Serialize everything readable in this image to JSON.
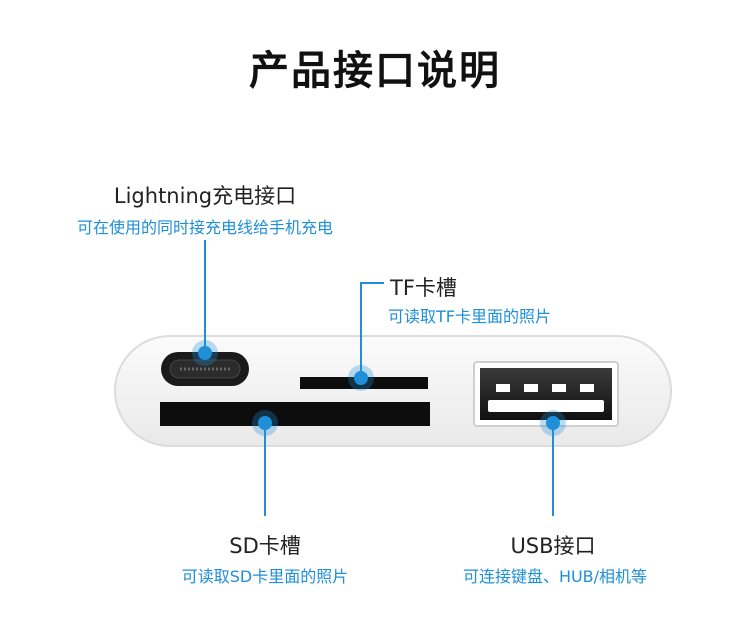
{
  "title": "产品接口说明",
  "ports": {
    "lightning": {
      "label": "Lightning充电接口",
      "desc": "可在使用的同时接充电线给手机充电"
    },
    "tf": {
      "label": "TF卡槽",
      "desc": "可读取TF卡里面的照片"
    },
    "sd": {
      "label": "SD卡槽",
      "desc": "可读取SD卡里面的照片"
    },
    "usb": {
      "label": "USB接口",
      "desc": "可连接键盘、HUB/相机等"
    }
  },
  "colors": {
    "accent": "#1e8fd8",
    "text": "#222222"
  }
}
